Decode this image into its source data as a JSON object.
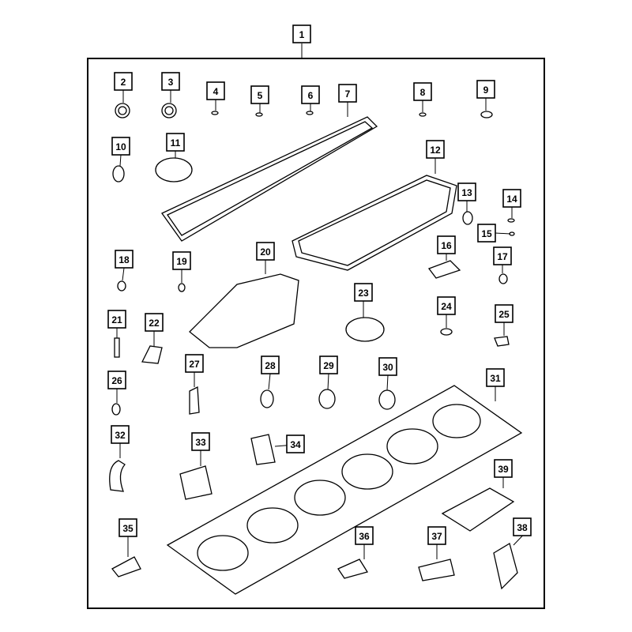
{
  "diagram": {
    "type": "exploded parts diagram",
    "callouts": [
      "1",
      "2",
      "3",
      "4",
      "5",
      "6",
      "7",
      "8",
      "9",
      "10",
      "11",
      "12",
      "13",
      "14",
      "15",
      "16",
      "17",
      "18",
      "19",
      "20",
      "21",
      "22",
      "23",
      "24",
      "25",
      "26",
      "27",
      "28",
      "29",
      "30",
      "31",
      "32",
      "33",
      "34",
      "35",
      "36",
      "37",
      "38",
      "39"
    ],
    "colors": {
      "line": "#000000",
      "background": "#ffffff"
    }
  }
}
